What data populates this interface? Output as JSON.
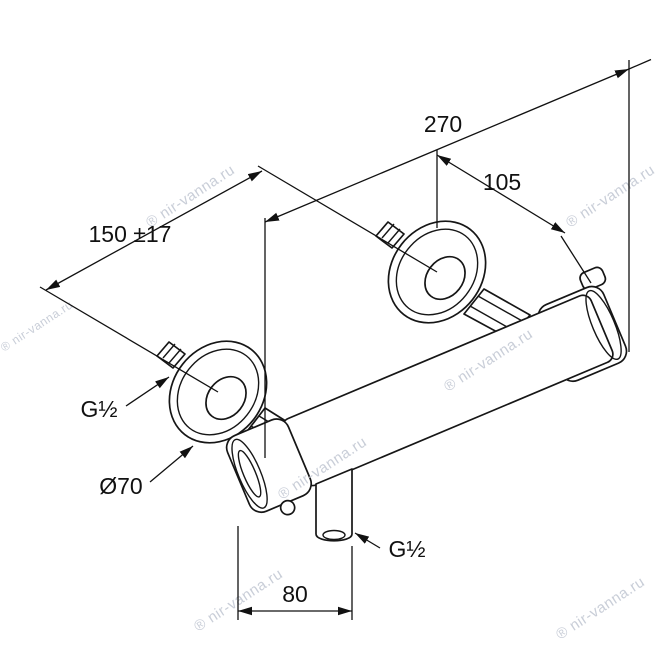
{
  "labels": {
    "dim_overall": "270",
    "dim_connection_offset": "105",
    "dim_center_distance": "150 ±17",
    "thread_top": "G½",
    "flange_diameter": "Ø70",
    "thread_bottom": "G½",
    "dim_outlet": "80"
  },
  "watermark": {
    "label": "® nir-vanna.ru",
    "color": "#c9ced8"
  },
  "colors": {
    "line": "#161616",
    "background": "#ffffff"
  }
}
